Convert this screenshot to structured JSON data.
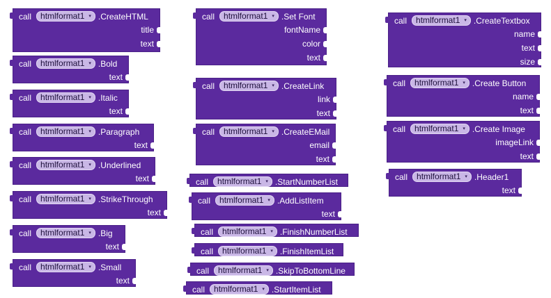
{
  "labels": {
    "call": "call",
    "component": "htmlformat1",
    "dropdown": "▾"
  },
  "blocks": [
    {
      "method": ".CreateHTML",
      "params": [
        "title",
        "text"
      ]
    },
    {
      "method": ".Bold",
      "params": [
        "text"
      ]
    },
    {
      "method": ".Italic",
      "params": [
        "text"
      ]
    },
    {
      "method": ".Paragraph",
      "params": [
        "text"
      ]
    },
    {
      "method": ".Underlined",
      "params": [
        "text"
      ]
    },
    {
      "method": ".StrikeThrough",
      "params": [
        "text"
      ]
    },
    {
      "method": ".Big",
      "params": [
        "text"
      ]
    },
    {
      "method": ".Small",
      "params": [
        "text"
      ]
    },
    {
      "method": ".Set Font",
      "params": [
        "fontName",
        "color",
        "text"
      ]
    },
    {
      "method": ".CreateLink",
      "params": [
        "link",
        "text"
      ]
    },
    {
      "method": ".CreateEMail",
      "params": [
        "email",
        "text"
      ]
    },
    {
      "method": ".StartNumberList",
      "params": []
    },
    {
      "method": ".AddListItem",
      "params": [
        "text"
      ]
    },
    {
      "method": ".FinishNumberList",
      "params": []
    },
    {
      "method": ".FinishItemList",
      "params": []
    },
    {
      "method": ".SkipToBottomLine",
      "params": []
    },
    {
      "method": ".StartItemList",
      "params": []
    },
    {
      "method": ".CreateTextbox",
      "params": [
        "name",
        "text",
        "size"
      ]
    },
    {
      "method": ".Create Button",
      "params": [
        "name",
        "text"
      ]
    },
    {
      "method": ".Create Image",
      "params": [
        "imageLink",
        "text"
      ]
    },
    {
      "method": ".Header1",
      "params": [
        "text"
      ]
    }
  ]
}
